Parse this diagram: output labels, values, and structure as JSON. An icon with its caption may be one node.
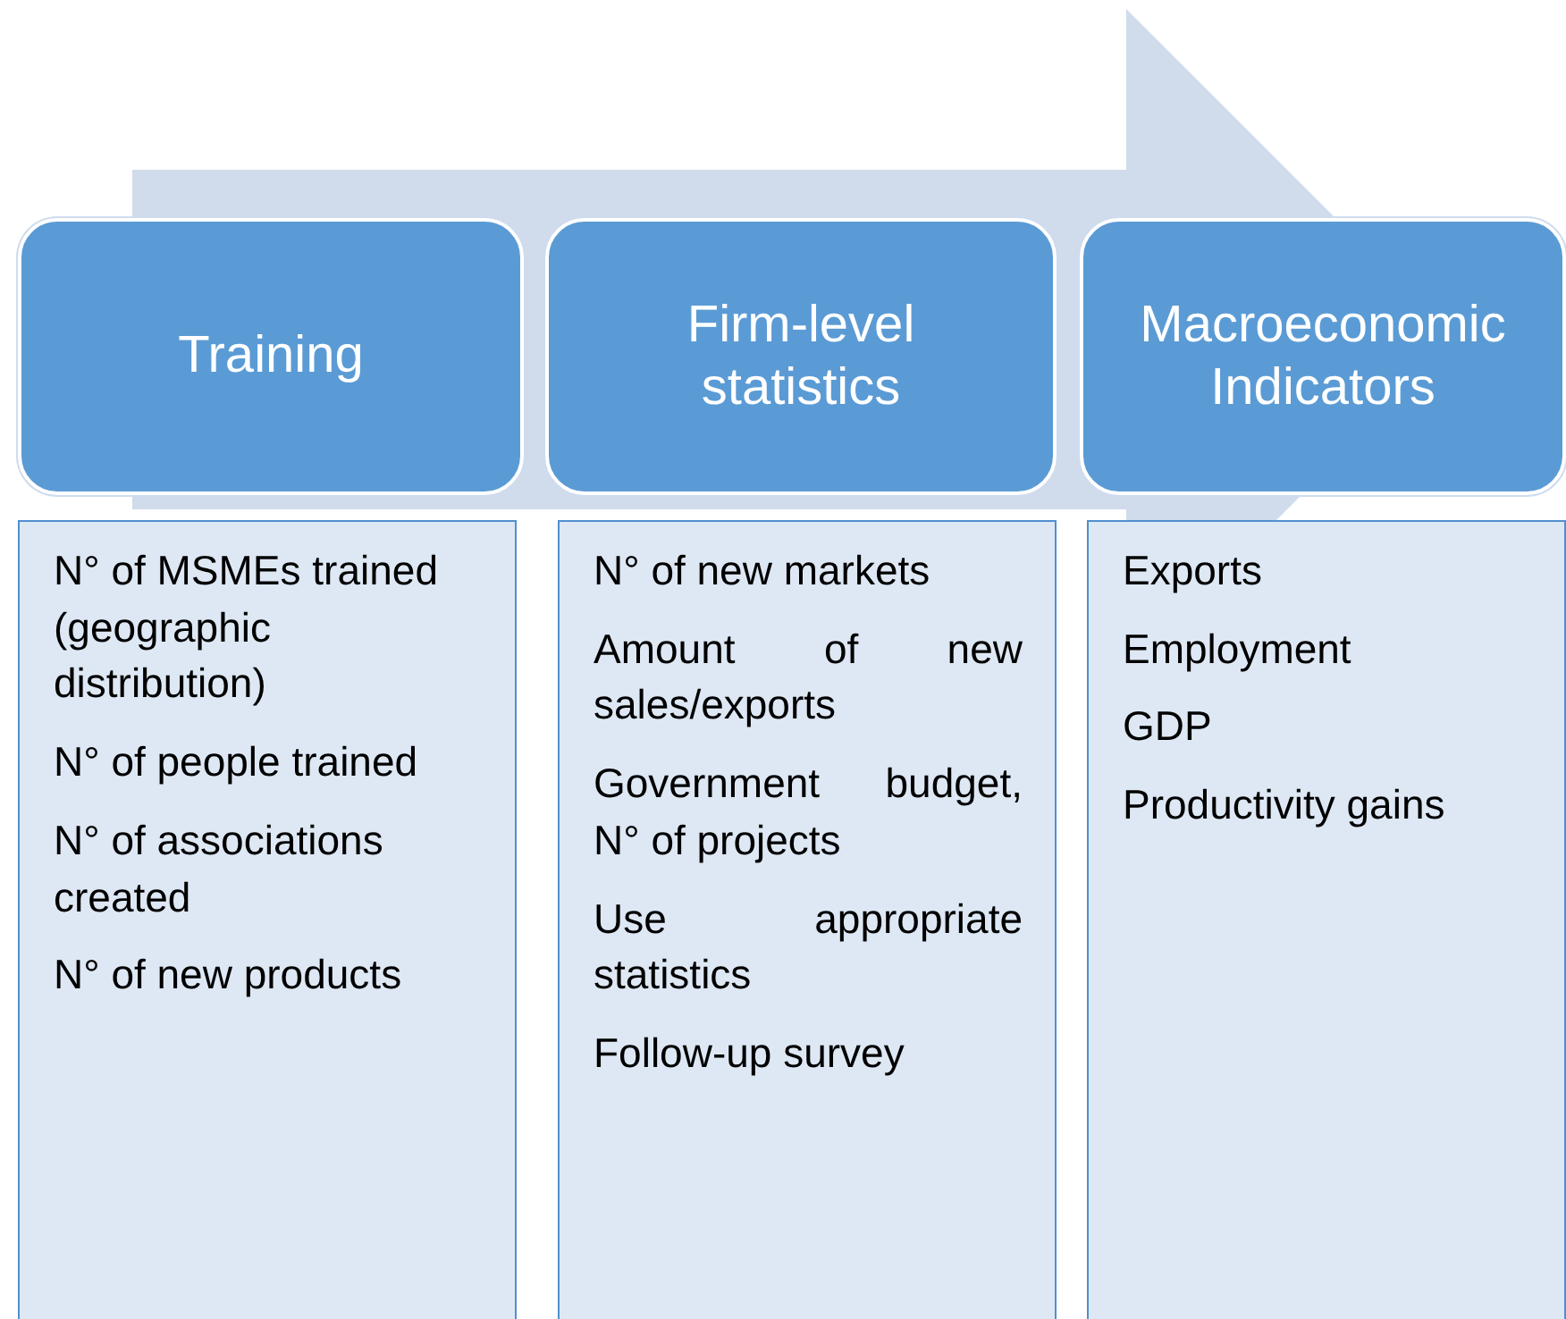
{
  "diagram": {
    "nodes": [
      {
        "text": [
          "Training"
        ]
      },
      {
        "text": [
          "Firm-level statistics"
        ]
      },
      {
        "text": [
          "Macroeconomic Indicators"
        ]
      },
      {
        "text": [
          "N° of MSMEs trained (geographic distribution)",
          "N° of people trained",
          "N° of associations created",
          "N° of new products"
        ]
      },
      {
        "text": [
          "N° of new markets",
          "Amount of new sales/exports",
          "Government budget, N° of projects",
          "Use appropriate statistics",
          "Follow-up survey"
        ]
      },
      {
        "text": [
          "Exports",
          "Employment",
          "GDP",
          "Productivity gains"
        ]
      }
    ],
    "edges": [
      {
        "from": 0,
        "to": 2,
        "arrow": "to",
        "style": "thick"
      }
    ]
  }
}
